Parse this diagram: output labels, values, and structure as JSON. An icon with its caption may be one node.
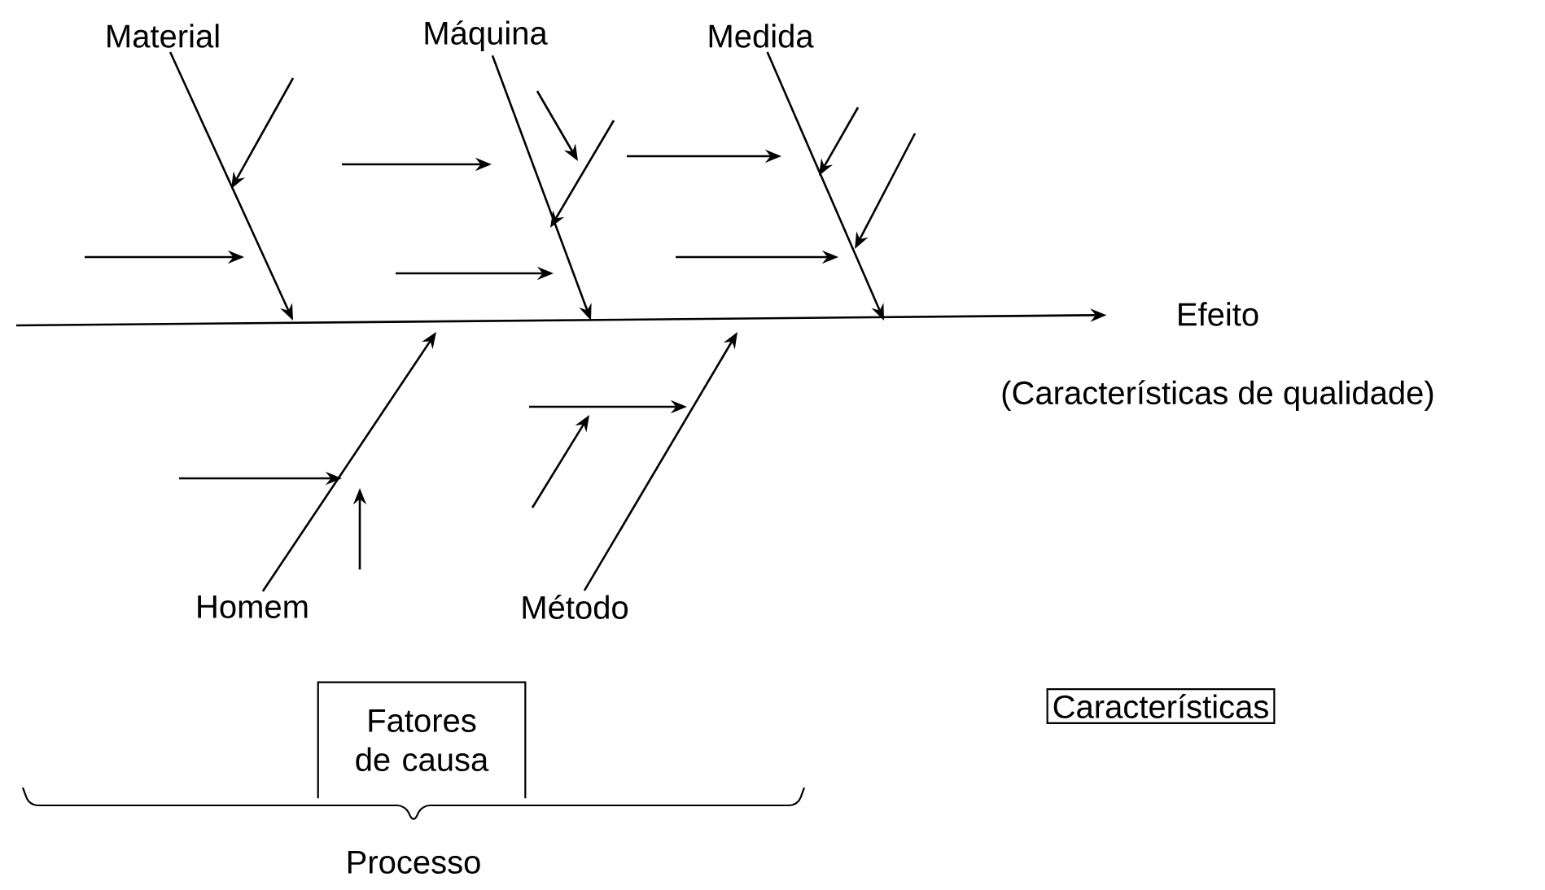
{
  "diagram": {
    "nodes": [
      {
        "text": [
          "Material"
        ]
      },
      {
        "text": [
          "Máquina"
        ]
      },
      {
        "text": [
          "Medida"
        ]
      },
      {
        "text": [
          "Homem"
        ]
      },
      {
        "text": [
          "Método"
        ]
      },
      {
        "text": [
          "Efeito"
        ],
        "beside": [
          "(Características de qualidade)"
        ]
      },
      {
        "text": [
          "Fatores de causa"
        ]
      },
      {
        "text": [
          "Características"
        ]
      }
    ],
    "edges": [
      {
        "from": null,
        "to": 5,
        "arrow": "to"
      },
      {
        "from": 0,
        "to": null,
        "arrow": "to"
      },
      {
        "from": 1,
        "to": null,
        "arrow": "to"
      },
      {
        "from": 2,
        "to": null,
        "arrow": "to"
      },
      {
        "from": 3,
        "to": null,
        "arrow": "to"
      },
      {
        "from": 4,
        "to": null,
        "arrow": "to"
      }
    ],
    "labels": [
      "Processo"
    ]
  }
}
